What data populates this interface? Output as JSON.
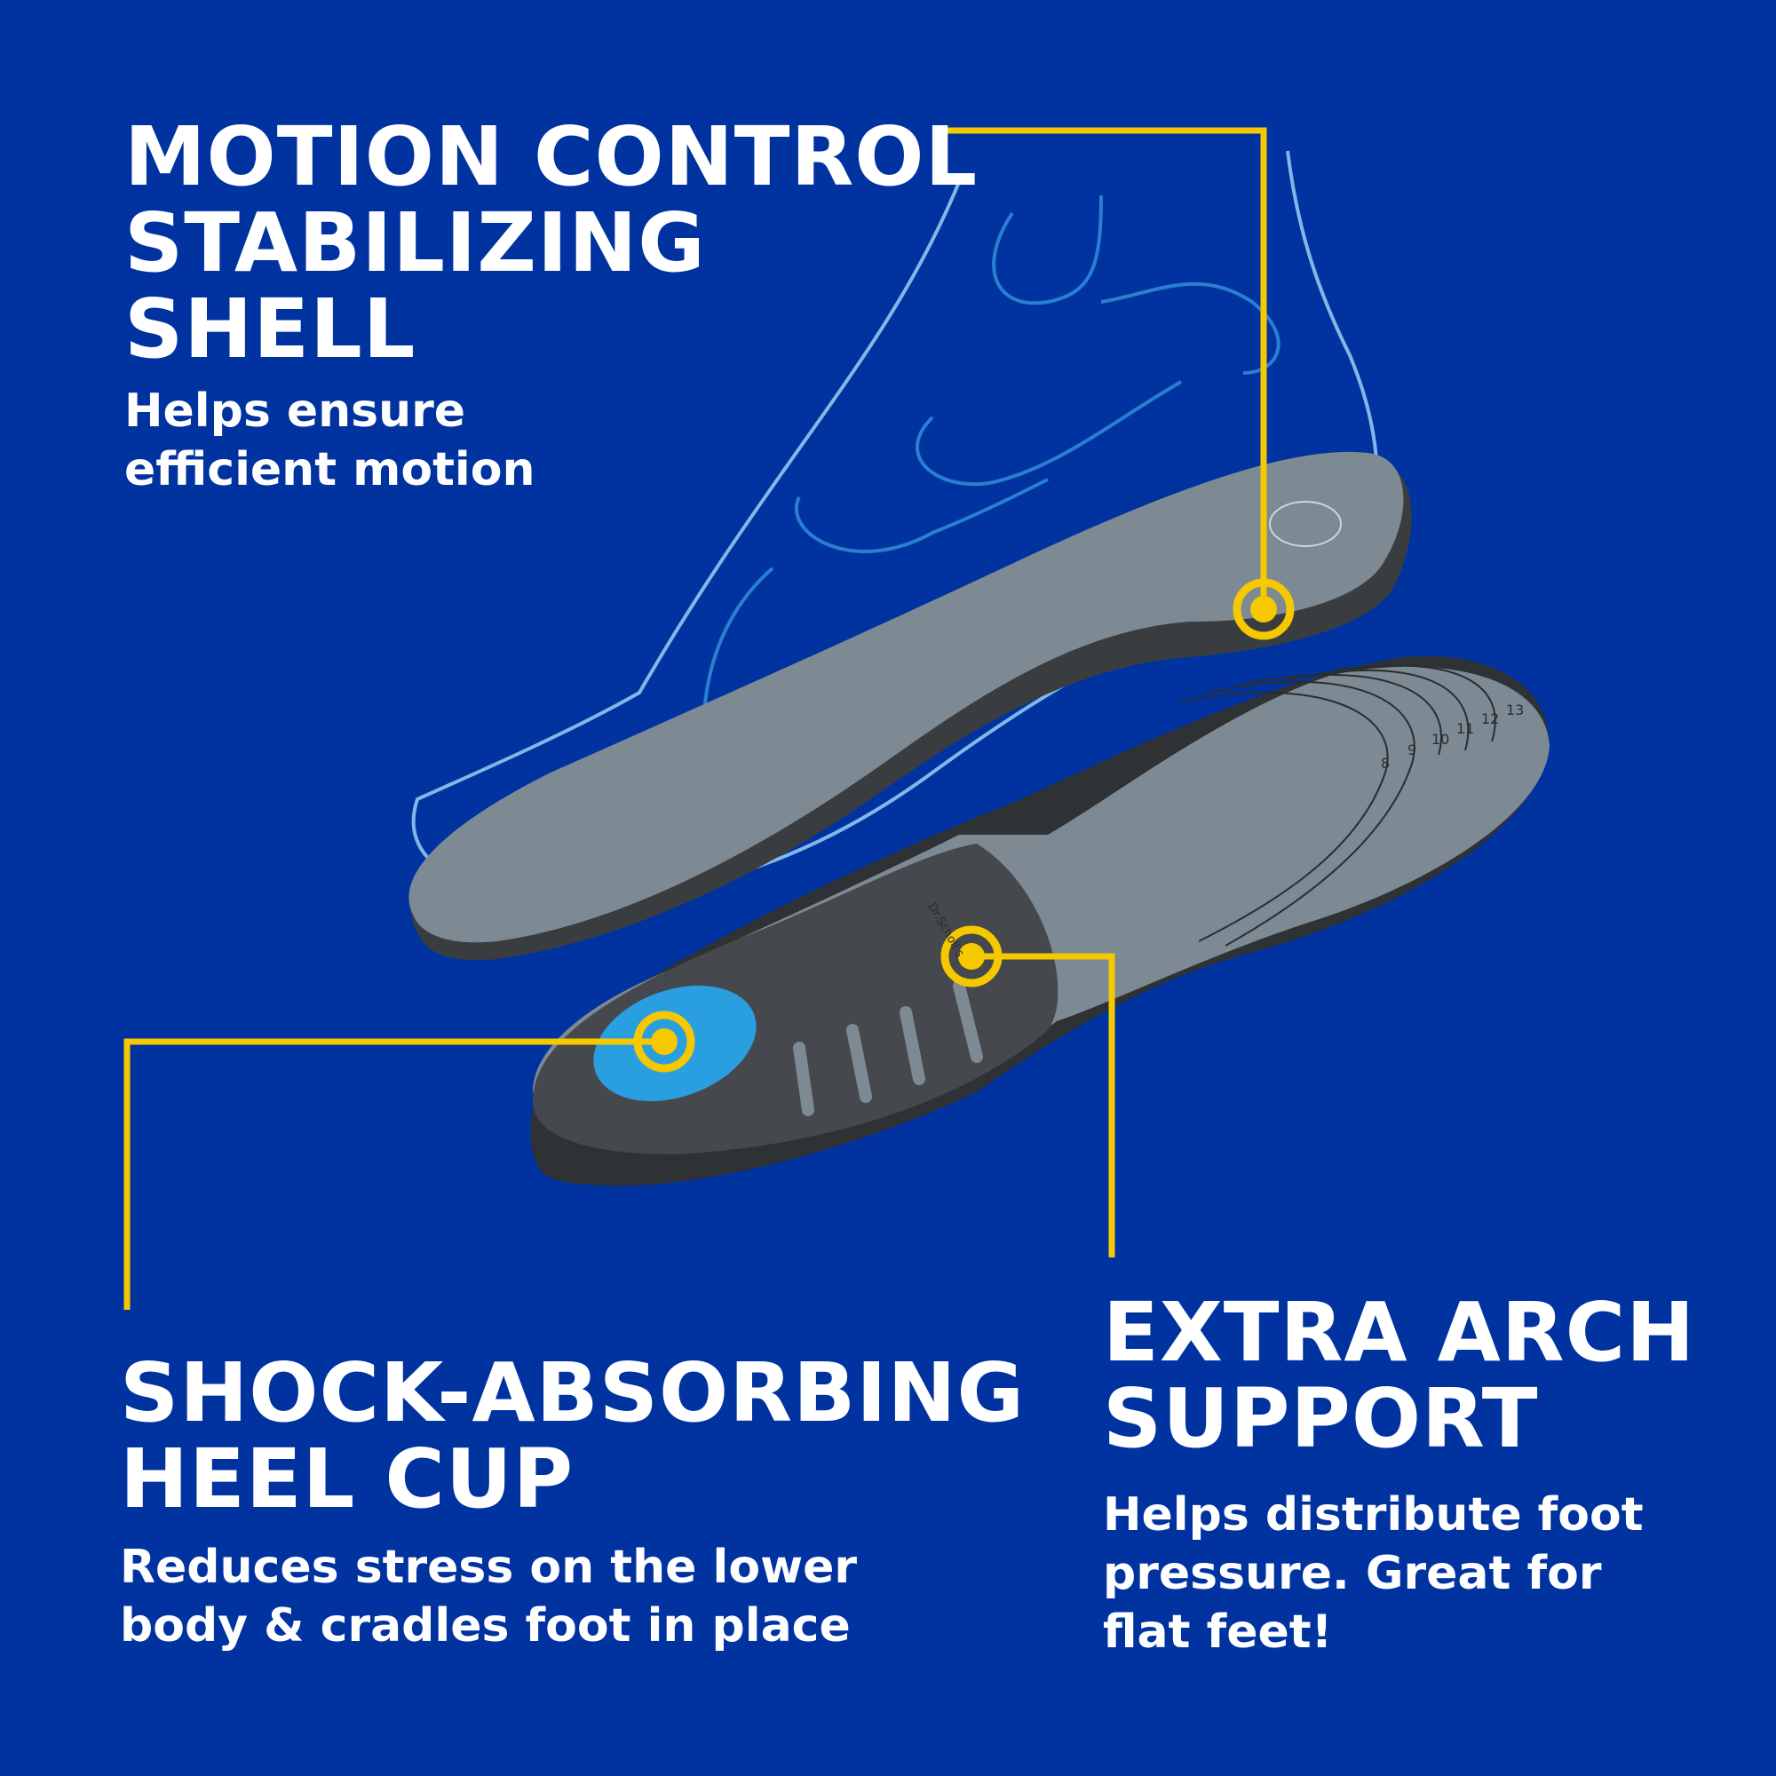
{
  "features": [
    {
      "title_lines": [
        "MOTION CONTROL",
        "STABILIZING",
        "SHELL"
      ],
      "desc_lines": [
        "Helps ensure",
        "efficient motion"
      ]
    },
    {
      "title_lines": [
        "SHOCK-ABSORBING",
        "HEEL CUP"
      ],
      "desc_lines": [
        "Reduces stress on the lower",
        "body & cradles foot in place"
      ]
    },
    {
      "title_lines": [
        "EXTRA ARCH",
        "SUPPORT"
      ],
      "desc_lines": [
        "Helps distribute foot",
        "pressure. Great for",
        "flat feet!"
      ]
    }
  ],
  "insole": {
    "brand": "Dr.Scholl's",
    "size_marks": [
      "8",
      "9",
      "10",
      "11",
      "12",
      "13"
    ]
  },
  "colors": {
    "background": "#0033a0",
    "callout": "#f5c800",
    "insole_top": "#7d8a93",
    "insole_base": "#3a3d40",
    "gel": "#2a9fe0",
    "foot_outline": "#8fc6ef"
  }
}
